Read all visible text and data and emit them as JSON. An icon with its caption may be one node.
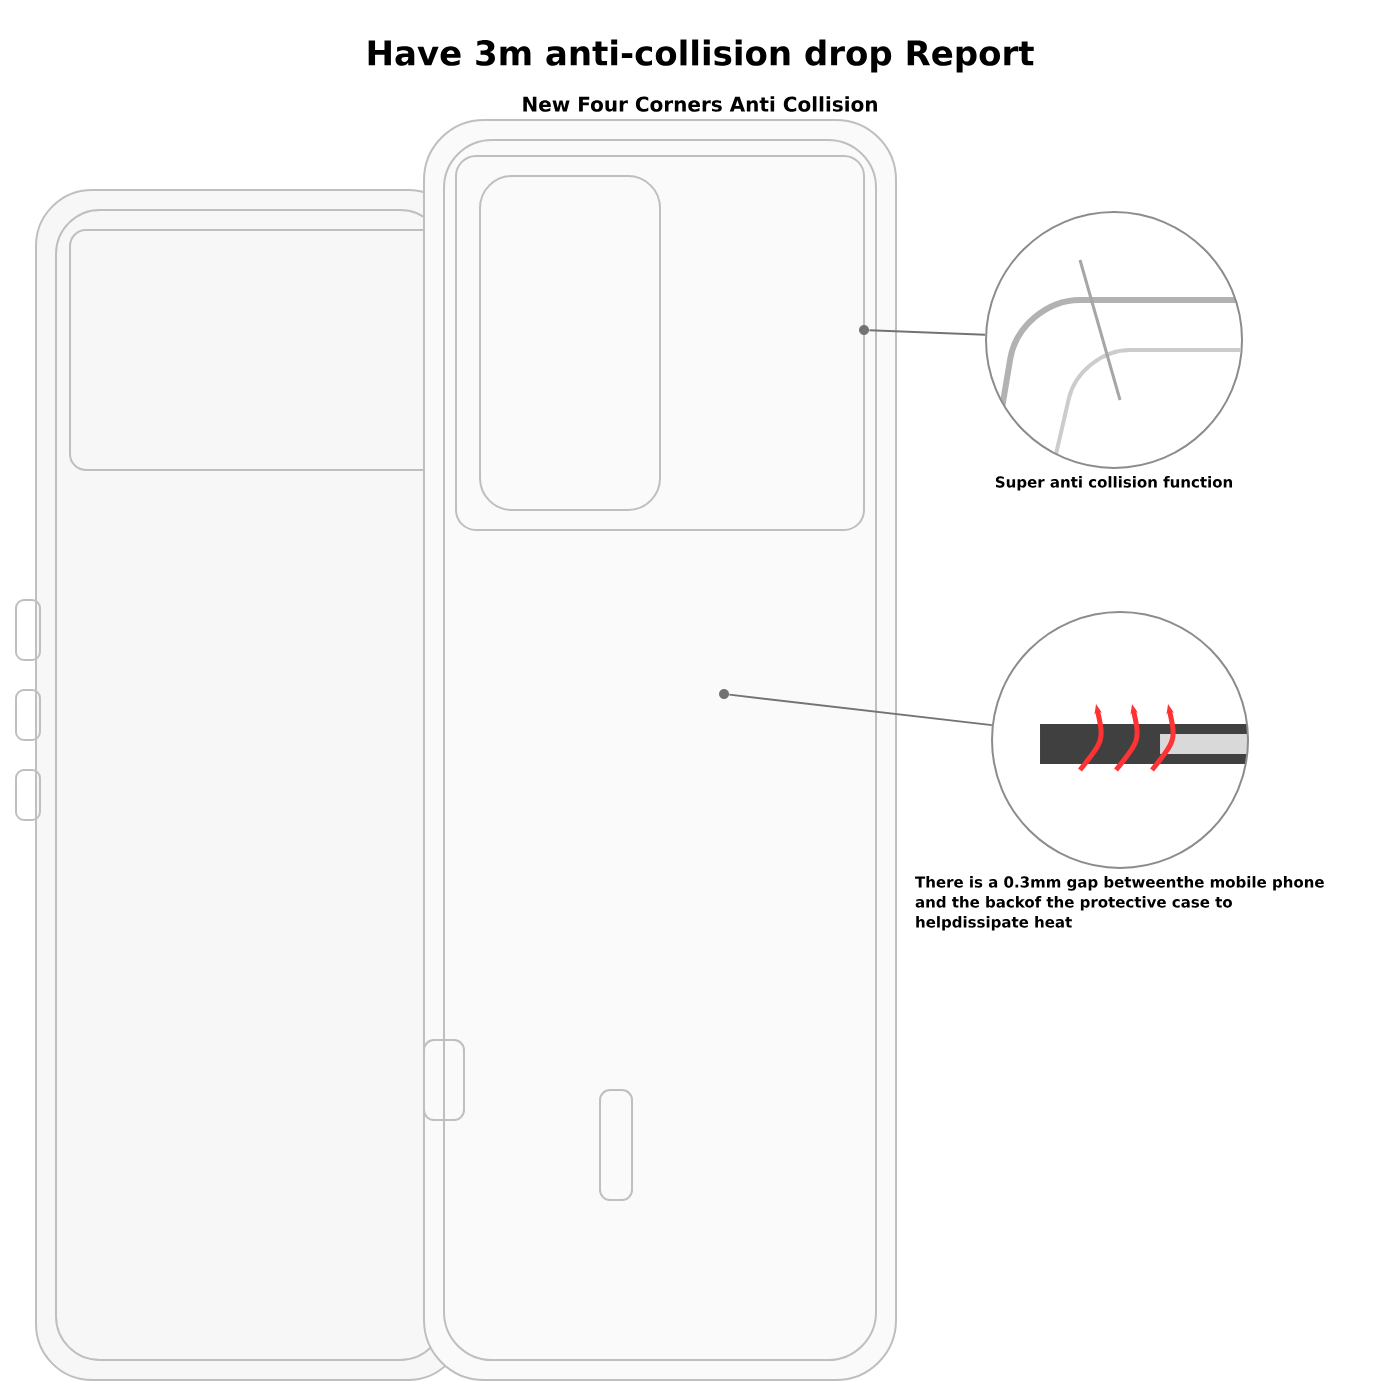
{
  "diagram": {
    "title": "Have 3m anti-collision drop Report",
    "nodes": [
      {
        "text": [],
        "shape": "picture"
      },
      {
        "text": [
          "Super anti collision function"
        ]
      },
      {
        "text": [],
        "shape": "picture"
      },
      {
        "text": [
          "There is a 0.3mm gap betweenthe mobile phone and the backof the protective case to helpdissipate heat"
        ]
      }
    ],
    "edges": [
      {
        "from": 0,
        "to": 1,
        "arrow": "none"
      },
      {
        "from": 2,
        "to": 3,
        "arrow": "none"
      }
    ],
    "labels": [
      "New Four Corners Anti Collision"
    ]
  }
}
